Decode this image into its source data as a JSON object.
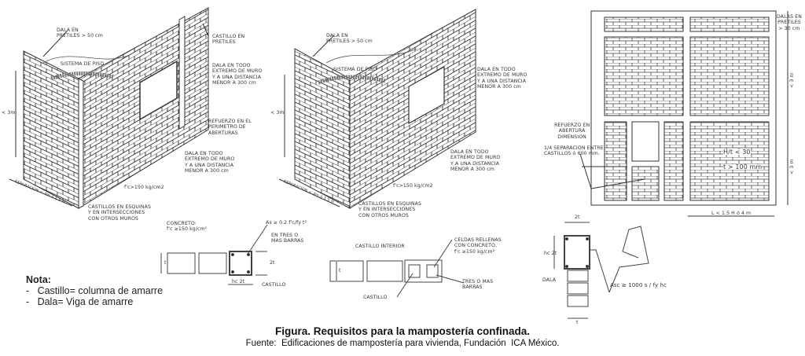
{
  "left_iso": {
    "dala_pretiles": [
      "DALA EN",
      "PRETILES > 50 cm"
    ],
    "sistema_piso": "SISTEMA DE PISO",
    "castillo_pretiles": [
      "CASTILLO EN",
      "PRETILES"
    ],
    "dala_extremo_top": [
      "DALA EN TODO",
      "EXTREMO DE MURO",
      "Y A UNA DISTANCIA",
      "MENOR A 300 cm"
    ],
    "refuerzo_aberturas": [
      "REFUERZO EN EL",
      "PERIMETRO DE",
      "ABERTURAS"
    ],
    "dala_extremo_bottom": [
      "DALA EN TODO",
      "EXTREMO DE MURO",
      "Y A UNA DISTANCIA",
      "MENOR A 300 cm"
    ],
    "fc": "f'c>150 kg/cm2",
    "castillos_esquinas": [
      "CASTILLOS EN ESQUINAS",
      "Y EN INTERSECCIONES",
      "CON OTROS MUROS"
    ],
    "height": "< 3m",
    "separacion": "SEPARACION < 4m ó 1.5 H"
  },
  "middle_iso": {
    "dala_pretiles": [
      "DALA EN",
      "PRETILES > 50 cm"
    ],
    "sistema_piso": "SISTEMA DE PISO",
    "dala_extremo_top": [
      "DALA EN TODO",
      "EXTREMO DE MURO",
      "Y A UNA DISTANCIA",
      "MENOR A 300 cm"
    ],
    "dala_extremo_bottom": [
      "DALA EN TODO",
      "EXTREMO DE MURO",
      "Y A UNA DISTANCIA",
      "MENOR A 300 cm"
    ],
    "fc": "f'c>150 kg/cm2",
    "castillos_esquinas": [
      "CASTILLOS EN ESQUINAS",
      "Y EN INTERSECCIONES",
      "CON OTROS MUROS"
    ],
    "height": "< 3m",
    "separacion": "SEPARACION < 4m ó 1.5 H"
  },
  "elevation": {
    "dalas_pretiles": [
      "DALAS EN",
      "PRETILES",
      "> 30 cm"
    ],
    "height_top": "< 3 m",
    "height_bottom": "< 3 m",
    "refuerzo_abertura": [
      "REFUERZO EN",
      "ABERTURA",
      "DIMENSION"
    ],
    "separacion_castillos": [
      "1/4 SEPARACION ENTRE",
      "CASTILLOS ó 600 mm."
    ],
    "slenderness": "H/t < 30",
    "thickness": "t > 100 mm",
    "length": "L < 1.5 H ó 4 m"
  },
  "section_exterior": {
    "concreto": [
      "CONCRETO:",
      "f'c ≥150 kg/cm²"
    ],
    "as_formula": "As ≥ 0.2 f'c/fy t²",
    "barras": [
      "EN TRES O",
      "MAS BARRAS"
    ],
    "dim_2t": "2t",
    "dim_hc": "hc 2t",
    "dim_t": "t",
    "castillo": "CASTILLO"
  },
  "section_interior": {
    "title": "CASTILLO INTERIOR",
    "celdas": [
      "CELDAS RELLENAS",
      "CON CONCRETO,",
      "f'c ≥150 kg/cm²"
    ],
    "barras": [
      "TRES O MAS",
      "BARRAS"
    ],
    "castillo": "CASTILLO",
    "dim_t": "t"
  },
  "dala_section": {
    "dim_2t_top": "2t",
    "dim_hc": "hc 2t",
    "dala": "DALA",
    "asc_formula": "Asc ≥ 1000 s / fy hc",
    "dim_t": "t"
  },
  "note": {
    "title": "Nota:",
    "items": [
      "-   Castillo= columna de amarre",
      "-   Dala= Viga de amarre"
    ]
  },
  "caption": {
    "title": "Figura. Requisitos para la mampostería confinada.",
    "source": "Fuente:  Edificaciones de mampostería para vivienda, Fundación  ICA México."
  }
}
